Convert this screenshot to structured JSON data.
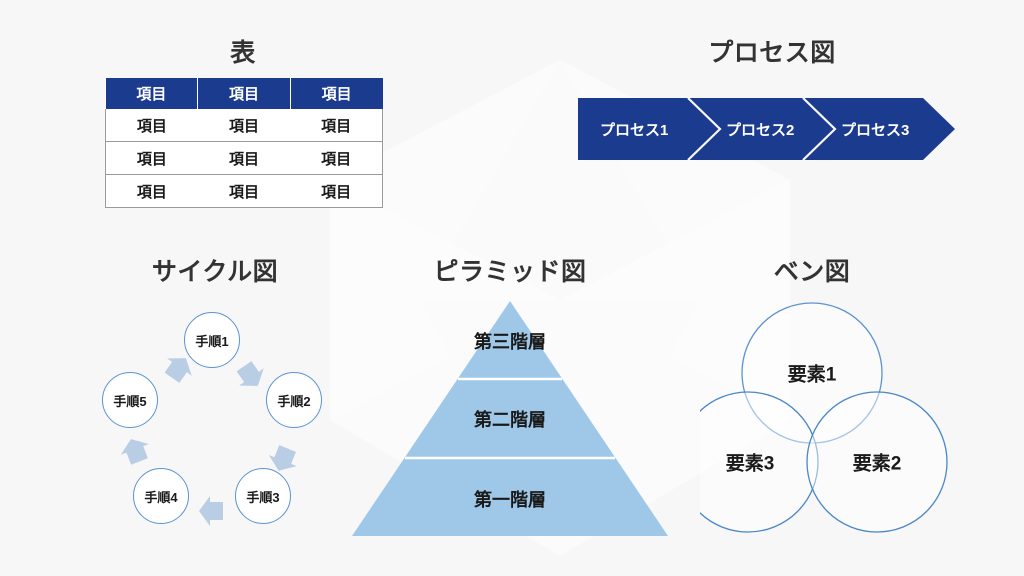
{
  "slide": {
    "background_color": "#f7f7f7",
    "title_color": "#333333",
    "accent_navy": "#1b3b8f",
    "accent_light_blue": "#9ec7e8",
    "accent_outline_blue": "#5b93d1",
    "arrow_gray_blue": "#b9cde5"
  },
  "table_section": {
    "title": "表",
    "headers": [
      "項目",
      "項目",
      "項目"
    ],
    "rows": [
      [
        "項目",
        "項目",
        "項目"
      ],
      [
        "項目",
        "項目",
        "項目"
      ],
      [
        "項目",
        "項目",
        "項目"
      ]
    ]
  },
  "process_section": {
    "title": "プロセス図",
    "steps": [
      {
        "label": "プロセス1"
      },
      {
        "label": "プロセス2"
      },
      {
        "label": "プロセス3"
      }
    ]
  },
  "cycle_section": {
    "title": "サイクル図",
    "nodes": [
      {
        "label": "手順1"
      },
      {
        "label": "手順2"
      },
      {
        "label": "手順3"
      },
      {
        "label": "手順4"
      },
      {
        "label": "手順5"
      }
    ]
  },
  "pyramid_section": {
    "title": "ピラミッド図",
    "tiers": [
      {
        "label": "第三階層"
      },
      {
        "label": "第二階層"
      },
      {
        "label": "第一階層"
      }
    ]
  },
  "venn_section": {
    "title": "ベン図",
    "circles": [
      {
        "label": "要素1"
      },
      {
        "label": "要素2"
      },
      {
        "label": "要素3"
      }
    ]
  }
}
